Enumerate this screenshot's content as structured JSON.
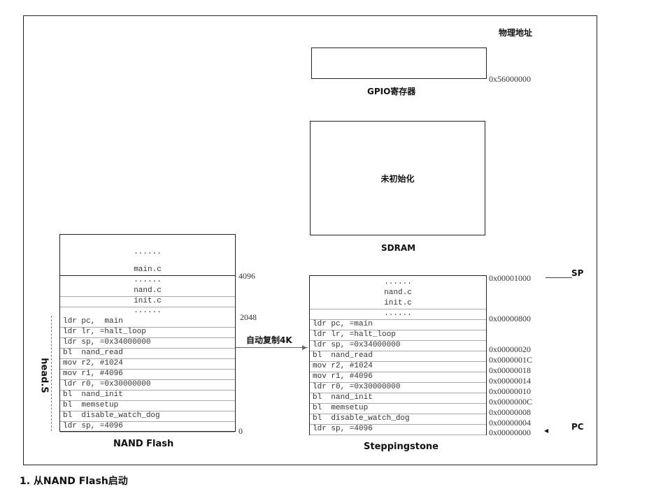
{
  "title_phys": "物理地址",
  "gpio": {
    "label": "GPIO寄存器",
    "addr": "0x56000000"
  },
  "sdram": {
    "label": "SDRAM",
    "content": "未初始化"
  },
  "copy_label": "自动复制4K",
  "nand": {
    "label": "NAND Flash",
    "head_label": "head.S",
    "top": [
      "......",
      "main.c",
      "......",
      "nand.c",
      "init.c",
      "......"
    ],
    "code": [
      "ldr pc,  main",
      "ldr lr, =halt_loop",
      "ldr sp, =0x34000000",
      "bl  nand_read",
      "mov r2, #1024",
      "mov r1, #4096",
      "ldr r0, =0x30000000",
      "bl  nand_init",
      "bl  memsetup",
      "bl  disable_watch_dog",
      "ldr sp, =4096"
    ],
    "offsets": [
      "4096",
      "2048",
      "0"
    ]
  },
  "stepping": {
    "label": "Steppingstone",
    "top": [
      "......",
      "nand.c",
      "init.c",
      "......"
    ],
    "code": [
      "ldr pc, =main",
      "ldr lr, =halt_loop",
      "ldr sp, =0x34000000",
      "bl  nand_read",
      "mov r2, #1024",
      "mov r1, #4096",
      "ldr r0, =0x30000000",
      "bl  nand_init",
      "bl  memsetup",
      "bl  disable_watch_dog",
      "ldr sp, =4096"
    ],
    "addrs": [
      "0x00001000",
      "0x00000800",
      "0x00000020",
      "0x0000001C",
      "0x00000018",
      "0x00000014",
      "0x00000010",
      "0x0000000C",
      "0x00000008",
      "0x00000004",
      "0x00000000"
    ],
    "sp": "SP",
    "pc": "PC"
  },
  "caption": "1. 从NAND Flash启动"
}
